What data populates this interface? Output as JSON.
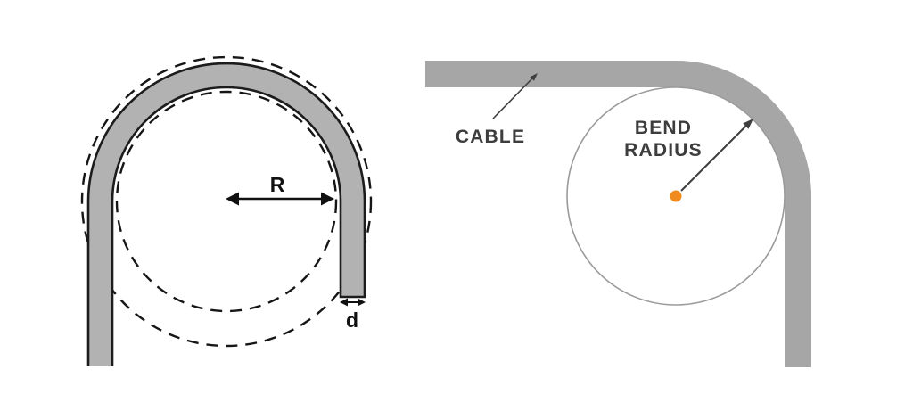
{
  "figure": {
    "background": "#ffffff",
    "left_diagram": {
      "name": "cable-u-bend-radius-diagram",
      "labels": {
        "radius": "R",
        "diameter": "d"
      },
      "colors": {
        "cable_fill": "#b2b2b2",
        "cable_outline": "#1c1c1c",
        "dashed_circle": "#161616",
        "dimension": "#111111"
      }
    },
    "right_diagram": {
      "name": "cable-corner-bend-radius-diagram",
      "labels": {
        "cable": "CABLE",
        "bend_radius_line1": "BEND",
        "bend_radius_line2": "RADIUS"
      },
      "colors": {
        "cable_fill": "#a6a6a6",
        "radius_circle": "#9b9b9b",
        "center_dot": "#ef8b1f",
        "label_text": "#3d3d3d",
        "arrow": "#3f3f3f"
      }
    }
  }
}
